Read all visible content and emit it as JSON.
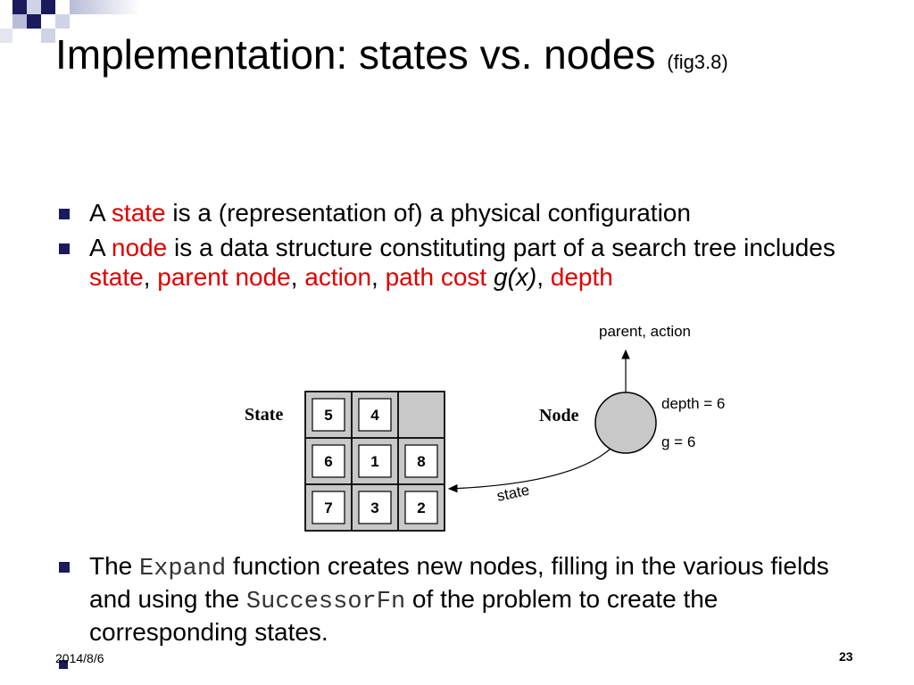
{
  "slide": {
    "title": "Implementation: states vs. nodes",
    "title_note": "(fig3.8)",
    "bullet1": {
      "a": "A ",
      "term": "state",
      "rest": " is a (representation of) a physical configuration"
    },
    "bullet2": {
      "a": "A ",
      "term": "node",
      "rest1": " is a data structure constituting part of a search tree includes ",
      "f1": "state",
      "sep1": ", ",
      "f2": "parent node",
      "sep2": ", ",
      "f3": "action",
      "sep3": ", ",
      "f4": "path cost",
      "gx": " g(x)",
      "sep4": ", ",
      "f5": "depth"
    },
    "bullet3": {
      "the": "The ",
      "fn1": "Expand",
      "mid": " function creates new nodes, filling in the various fields and using the ",
      "fn2": "SuccessorFn",
      "end": " of the problem to create the corresponding states."
    },
    "footer_date": "2014/8/6",
    "page_number": "23"
  },
  "diagram": {
    "state_label": "State",
    "node_label": "Node",
    "grid": [
      [
        "5",
        "4",
        ""
      ],
      [
        "6",
        "1",
        "8"
      ],
      [
        "7",
        "3",
        "2"
      ]
    ],
    "parent_action": "parent, action",
    "depth_text": "depth = 6",
    "g_text": "g = 6",
    "state_arrow_label": "state"
  },
  "colors": {
    "bullet": "#1a1a5c",
    "highlight": "#e00000",
    "deco_dark": "#1a1a5c",
    "deco_light": "#b8bcd8"
  }
}
